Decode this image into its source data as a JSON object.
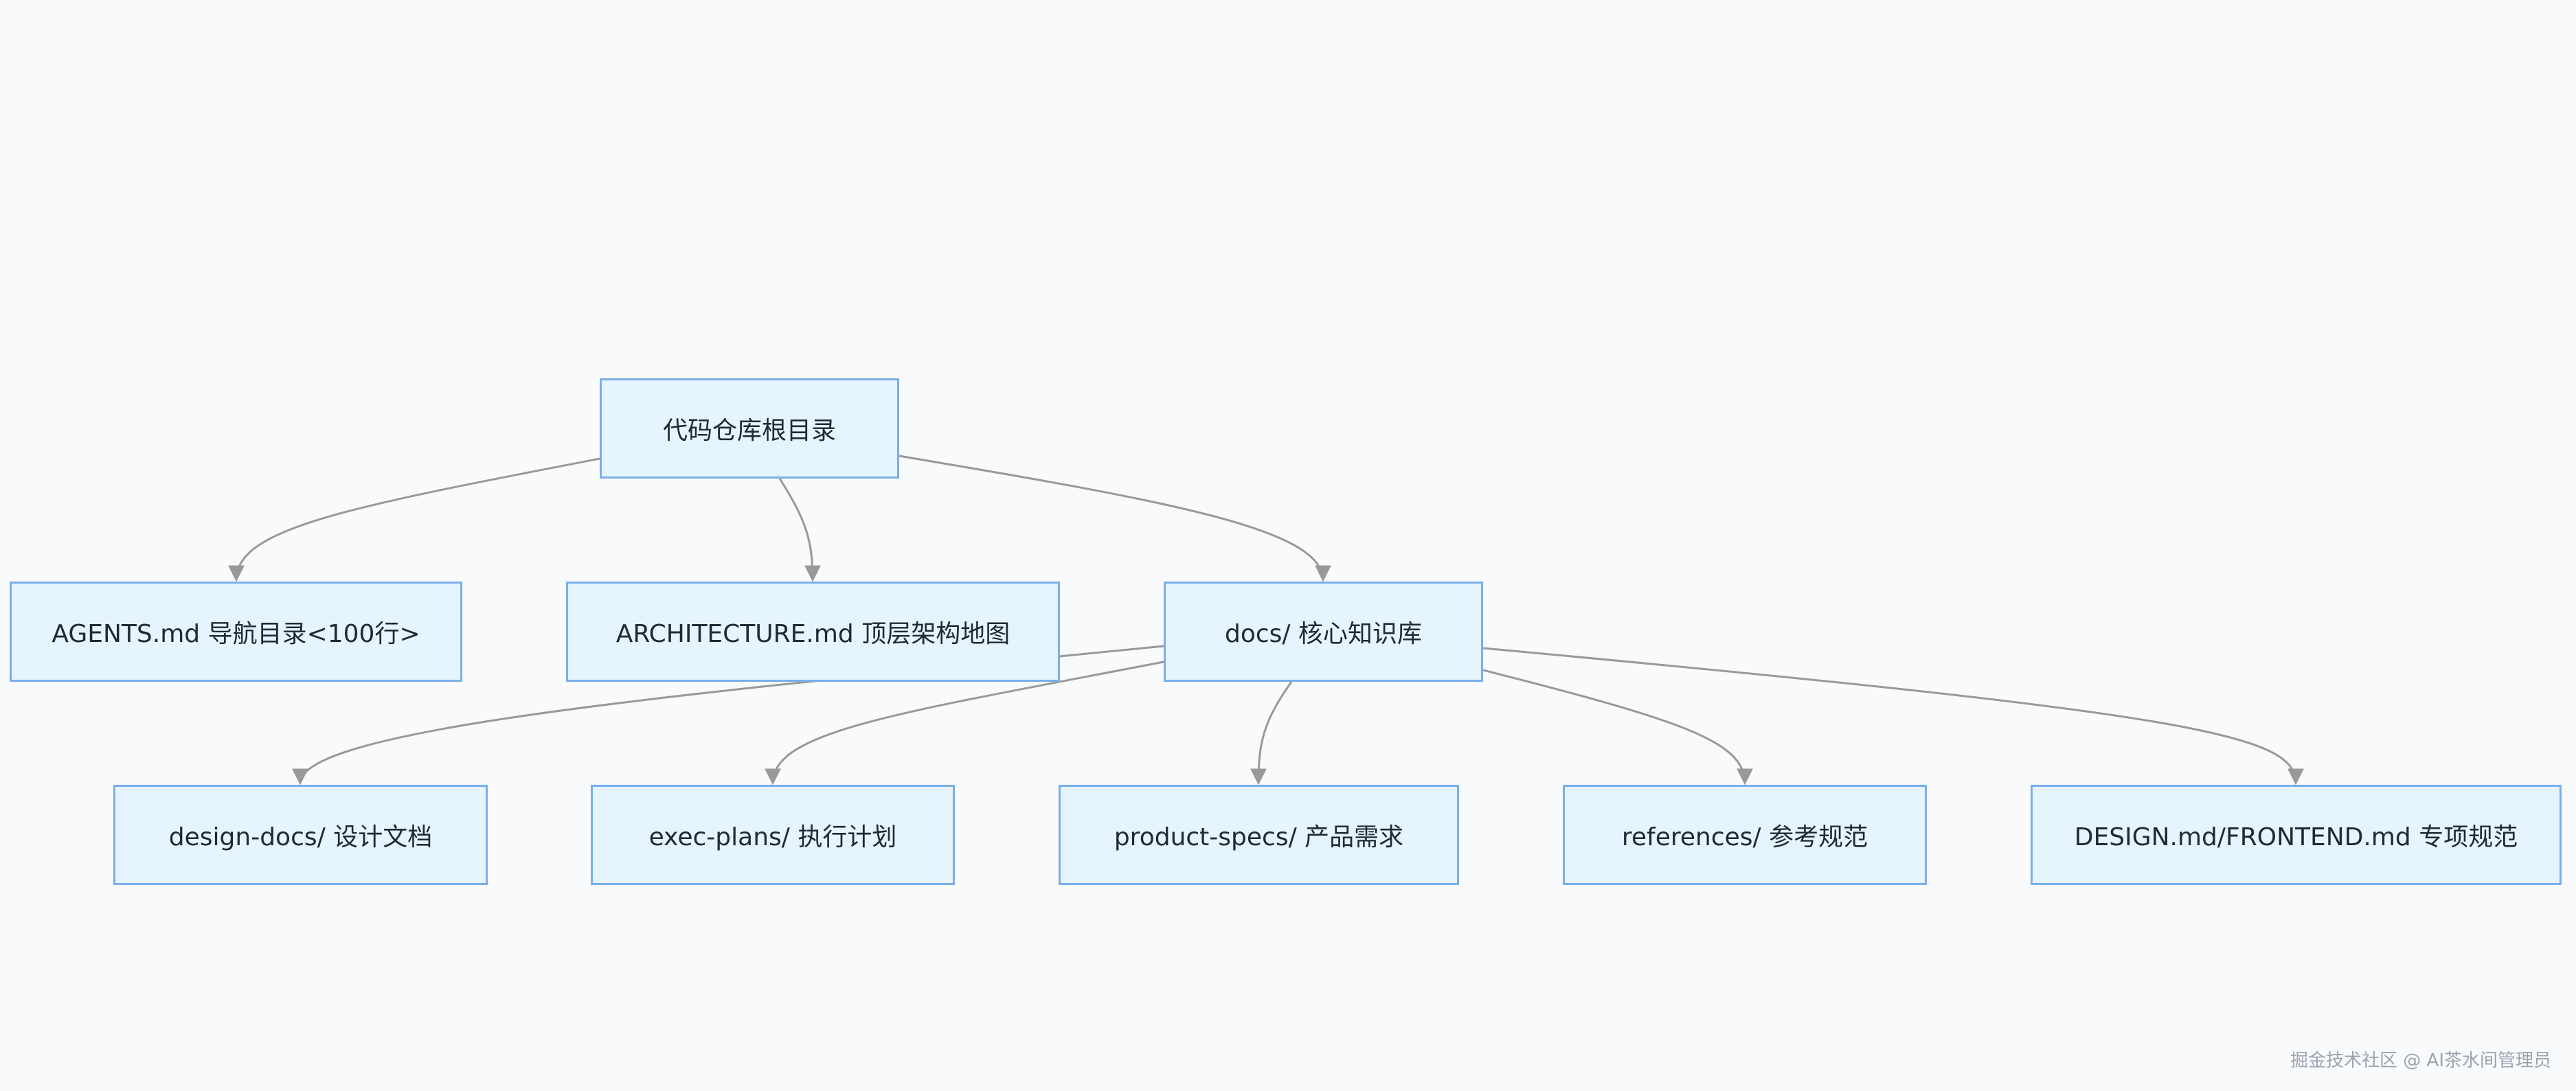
{
  "diagram": {
    "nodes": {
      "root": "代码仓库根目录",
      "agents": "AGENTS.md 导航目录<100行>",
      "architecture": "ARCHITECTURE.md 顶层架构地图",
      "docs": "docs/ 核心知识库",
      "design_docs": "design-docs/ 设计文档",
      "exec_plans": "exec-plans/ 执行计划",
      "product_specs": "product-specs/ 产品需求",
      "references": "references/ 参考规范",
      "special_specs": "DESIGN.md/FRONTEND.md 专项规范"
    },
    "edges": [
      [
        "root",
        "agents"
      ],
      [
        "root",
        "architecture"
      ],
      [
        "root",
        "docs"
      ],
      [
        "docs",
        "design_docs"
      ],
      [
        "docs",
        "exec_plans"
      ],
      [
        "docs",
        "product_specs"
      ],
      [
        "docs",
        "references"
      ],
      [
        "docs",
        "special_specs"
      ]
    ],
    "colors": {
      "background": "#f8fafc",
      "node_fill": "#e6f4fd",
      "node_border": "#7aaeea",
      "edge": "#999999"
    }
  },
  "watermark": "掘金技术社区 @ AI茶水间管理员"
}
